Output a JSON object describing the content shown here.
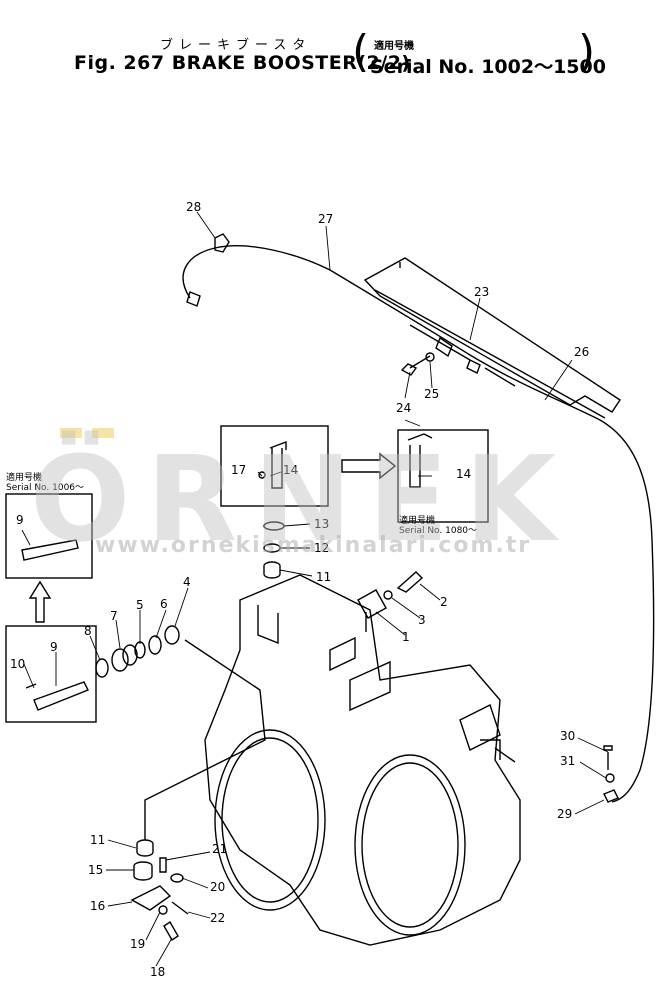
{
  "header": {
    "title_jp": "ブレーキブースタ",
    "title_en": "Fig. 267 BRAKE BOOSTER(2/2)",
    "serial_jp": "適用号機",
    "serial_en": "Serial No. 1002～1500"
  },
  "watermark": {
    "logo": "ÖRNEK",
    "url": "www.ornekismakinalari.com.tr"
  },
  "insets": {
    "top_left": {
      "jp": "適用号機",
      "serial": "Serial No. 1006～"
    },
    "mid_right": {
      "jp": "適用号機",
      "serial": "Serial No. 1080～"
    }
  },
  "callouts": [
    "1",
    "2",
    "3",
    "4",
    "5",
    "6",
    "7",
    "8",
    "9",
    "9",
    "10",
    "11",
    "11",
    "12",
    "13",
    "14",
    "14",
    "15",
    "16",
    "17",
    "18",
    "19",
    "20",
    "21",
    "22",
    "23",
    "24",
    "25",
    "26",
    "27",
    "28",
    "29",
    "30",
    "31"
  ]
}
